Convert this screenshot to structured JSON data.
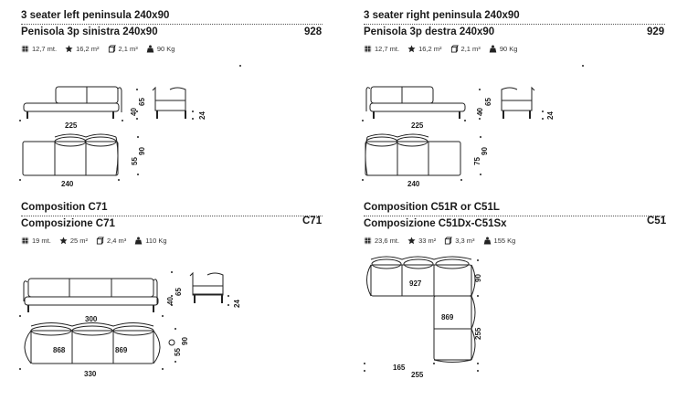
{
  "panels": [
    {
      "title_en": "3 seater left peninsula 240x90",
      "title_it": "Penisola 3p sinistra 240x90",
      "code": "928",
      "specs": {
        "meters": "12,7 mt.",
        "area": "16,2 m²",
        "volume": "2,1 m³",
        "weight": "90 Kg"
      },
      "dims": {
        "width_top": "225",
        "width_bottom": "240",
        "h1": "40",
        "h2": "65",
        "arm": "24",
        "d1": "55",
        "d2": "90"
      }
    },
    {
      "title_en": "3 seater right peninsula 240x90",
      "title_it": "Penisola 3p destra 240x90",
      "code": "929",
      "specs": {
        "meters": "12,7 mt.",
        "area": "16,2 m²",
        "volume": "2,1 m³",
        "weight": "90 Kg"
      },
      "dims": {
        "width_top": "225",
        "width_bottom": "240",
        "h1": "40",
        "h2": "65",
        "arm": "24",
        "d1": "75",
        "d2": "90"
      }
    },
    {
      "title_en": "Composition C71",
      "title_it": "Composizione C71",
      "code": "C71",
      "specs": {
        "meters": "19 mt.",
        "area": "25 m²",
        "volume": "2,4 m³",
        "weight": "110 Kg"
      },
      "dims": {
        "width_top": "300",
        "width_bottom": "330",
        "h1": "40",
        "h2": "65",
        "arm": "24",
        "d1": "55",
        "d2": "90",
        "mod_a": "868",
        "mod_b": "869"
      }
    },
    {
      "title_en": "Composition C51R or C51L",
      "title_it": "Composizione C51Dx-C51Sx",
      "code": "C51",
      "specs": {
        "meters": "23,6 mt.",
        "area": "33 m²",
        "volume": "3,3 m³",
        "weight": "155 Kg"
      },
      "dims": {
        "mod_a": "927",
        "mod_b": "869",
        "d2": "90",
        "side": "255",
        "w1": "165",
        "w2": "255"
      }
    }
  ],
  "icons": {
    "meters": "fabric-swatch-icon",
    "area": "star-area-icon",
    "volume": "cube-icon",
    "weight": "weight-icon"
  }
}
